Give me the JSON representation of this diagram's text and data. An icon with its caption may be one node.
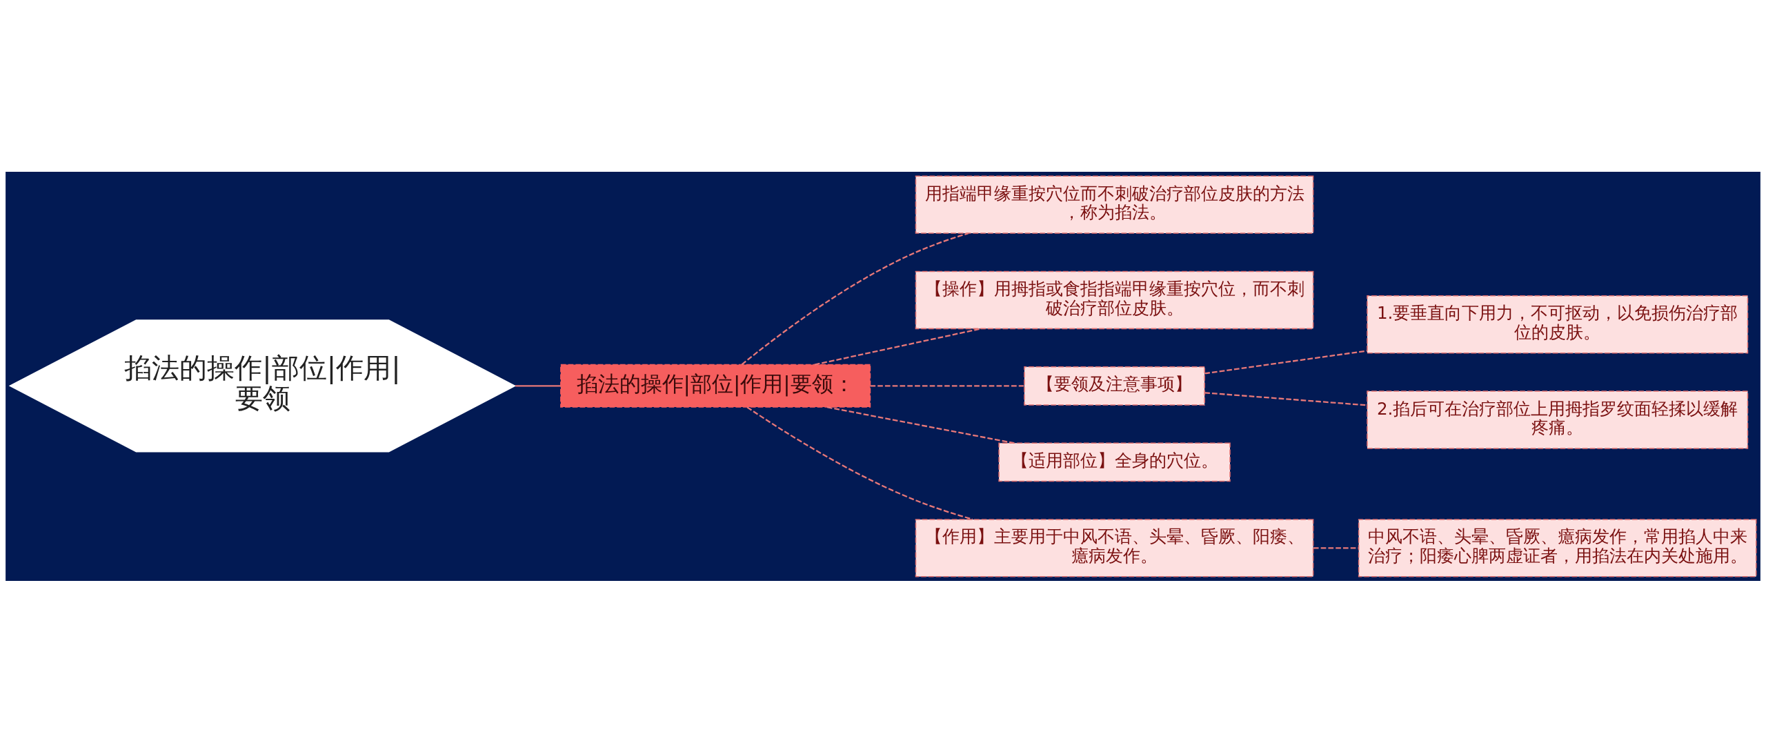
{
  "diagram": {
    "nodes": [
      {
        "text": [
          "掐法的操作|部位|作用|要领"
        ]
      },
      {
        "text": [
          "掐法的操作|部位|作用|要领："
        ]
      },
      {
        "text": [
          "用指端甲缘重按穴位而不刺破治疗部位皮肤的方法，称为掐法。"
        ]
      },
      {
        "text": [
          "【操作】用拇指或食指指端甲缘重按穴位，而不刺破治疗部位皮肤。"
        ]
      },
      {
        "text": [
          "【要领及注意事项】"
        ]
      },
      {
        "text": [
          "【适用部位】全身的穴位。"
        ]
      },
      {
        "text": [
          "【作用】主要用于中风不语、头晕、昏厥、阳痿、癔病发作。"
        ]
      },
      {
        "text": [
          "1.要垂直向下用力，不可抠动，以免损伤治疗部位的皮肤。"
        ]
      },
      {
        "text": [
          "2.掐后可在治疗部位上用拇指罗纹面轻揉以缓解疼痛。"
        ]
      },
      {
        "text": [
          "中风不语、头晕、昏厥、癔病发作，常用掐人中来治疗；阳痿心脾两虚证者，用掐法在内关处施用。"
        ]
      }
    ],
    "edges": [
      {
        "from": 0,
        "to": 1,
        "arrow": "none"
      },
      {
        "from": 1,
        "to": 2,
        "arrow": "none",
        "style": "dashed"
      },
      {
        "from": 1,
        "to": 3,
        "arrow": "none",
        "style": "dashed"
      },
      {
        "from": 1,
        "to": 4,
        "arrow": "none",
        "style": "dashed"
      },
      {
        "from": 1,
        "to": 5,
        "arrow": "none",
        "style": "dashed"
      },
      {
        "from": 1,
        "to": 6,
        "arrow": "none",
        "style": "dashed"
      },
      {
        "from": 4,
        "to": 7,
        "arrow": "none",
        "style": "dashed"
      },
      {
        "from": 4,
        "to": 8,
        "arrow": "none",
        "style": "dashed"
      },
      {
        "from": 6,
        "to": 9,
        "arrow": "none",
        "style": "dashed"
      }
    ]
  }
}
